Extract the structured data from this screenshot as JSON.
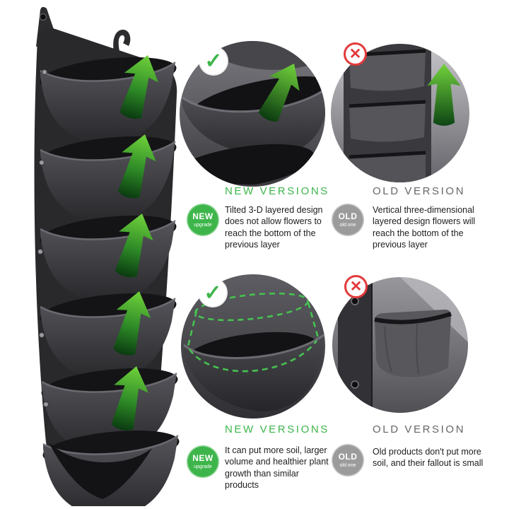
{
  "page": {
    "background": "#ffffff",
    "subject": "vertical-hanging-garden-planter-comparison"
  },
  "colors": {
    "new_green": "#3db54a",
    "arrow_green_bright": "#66cc3a",
    "arrow_green_dark": "#0a3a10",
    "old_badge_gray": "#9b9b9b",
    "old_heading_gray": "#666666",
    "cross_red": "#e23a3a",
    "body_text": "#1d1d1d",
    "pocket_dark": "#2a2a2d"
  },
  "icons": {
    "check": "✓",
    "cross": "✕"
  },
  "planter": {
    "pocket_count": 6,
    "arrow_count": 5
  },
  "sections": [
    {
      "new": {
        "heading": "NEW VERSIONS",
        "badge_top": "NEW",
        "badge_sub": "upgrade",
        "text": "Tilted 3-D layered design does not allow flowers to reach the bottom of the previous layer"
      },
      "old": {
        "heading": "OLD VERSION",
        "badge_top": "OLD",
        "badge_sub": "old one",
        "text": "Vertical three-dimensional layered design flowers will reach the bottom of the previous layer"
      }
    },
    {
      "new": {
        "heading": "NEW VERSIONS",
        "badge_top": "NEW",
        "badge_sub": "upgrade",
        "text": "It can put more soil, larger volume and healthier plant growth than similar products"
      },
      "old": {
        "heading": "OLD VERSION",
        "badge_top": "OLD",
        "badge_sub": "old one",
        "text": "Old products don't put more soil, and their fallout is small"
      }
    }
  ]
}
